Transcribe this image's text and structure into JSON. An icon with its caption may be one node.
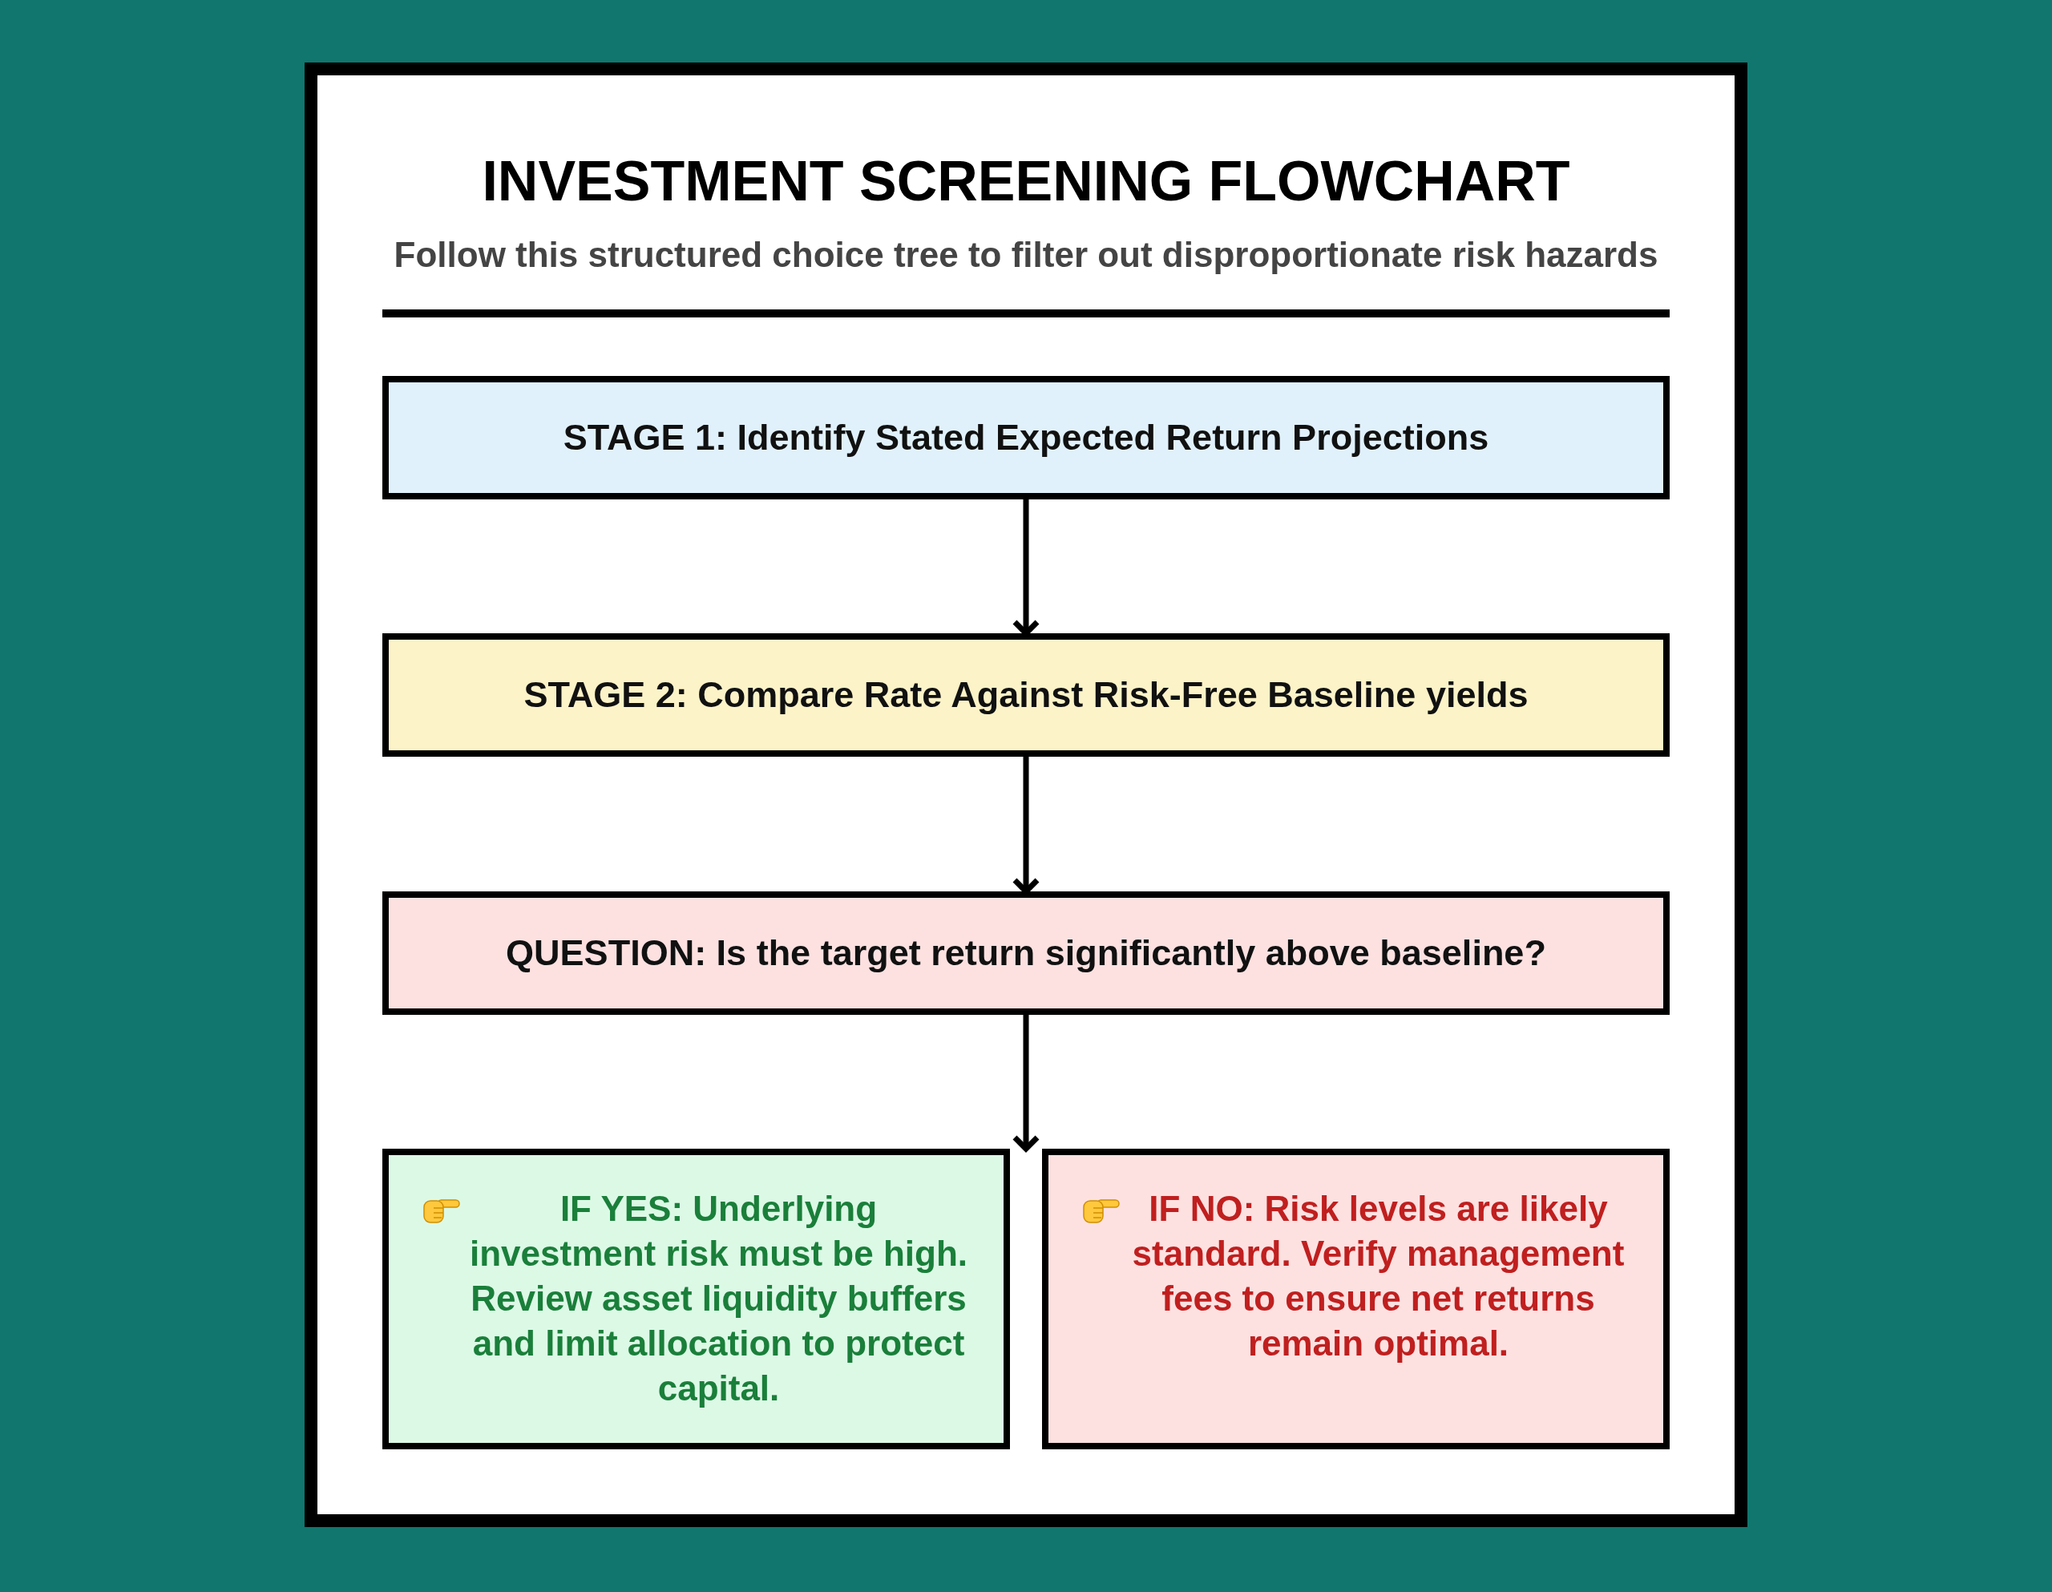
{
  "diagram": {
    "title": "INVESTMENT SCREENING FLOWCHART",
    "nodes": [
      {
        "text": [
          "STAGE 1: Identify Stated Expected Return Projections"
        ]
      },
      {
        "text": [
          "STAGE 2: Compare Rate Against Risk-Free Baseline yields"
        ]
      },
      {
        "text": [
          "QUESTION: Is the target return significantly above baseline?"
        ]
      },
      {
        "text": [
          "IF YES: Underlying investment risk must be high. Review asset liquidity buffers and limit allocation to protect capital."
        ]
      },
      {
        "text": [
          "IF NO: Risk levels are likely standard. Verify management fees to ensure net returns remain optimal."
        ]
      }
    ],
    "edges": [
      {
        "from": 0,
        "to": 1,
        "arrow": "to"
      },
      {
        "from": 1,
        "to": 2,
        "arrow": "to"
      },
      {
        "from": 2,
        "to": 3,
        "arrow": "to"
      },
      {
        "from": 2,
        "to": 4,
        "arrow": "to"
      }
    ],
    "labels": [
      "Follow this structured choice tree to filter out disproportionate risk hazards"
    ]
  }
}
